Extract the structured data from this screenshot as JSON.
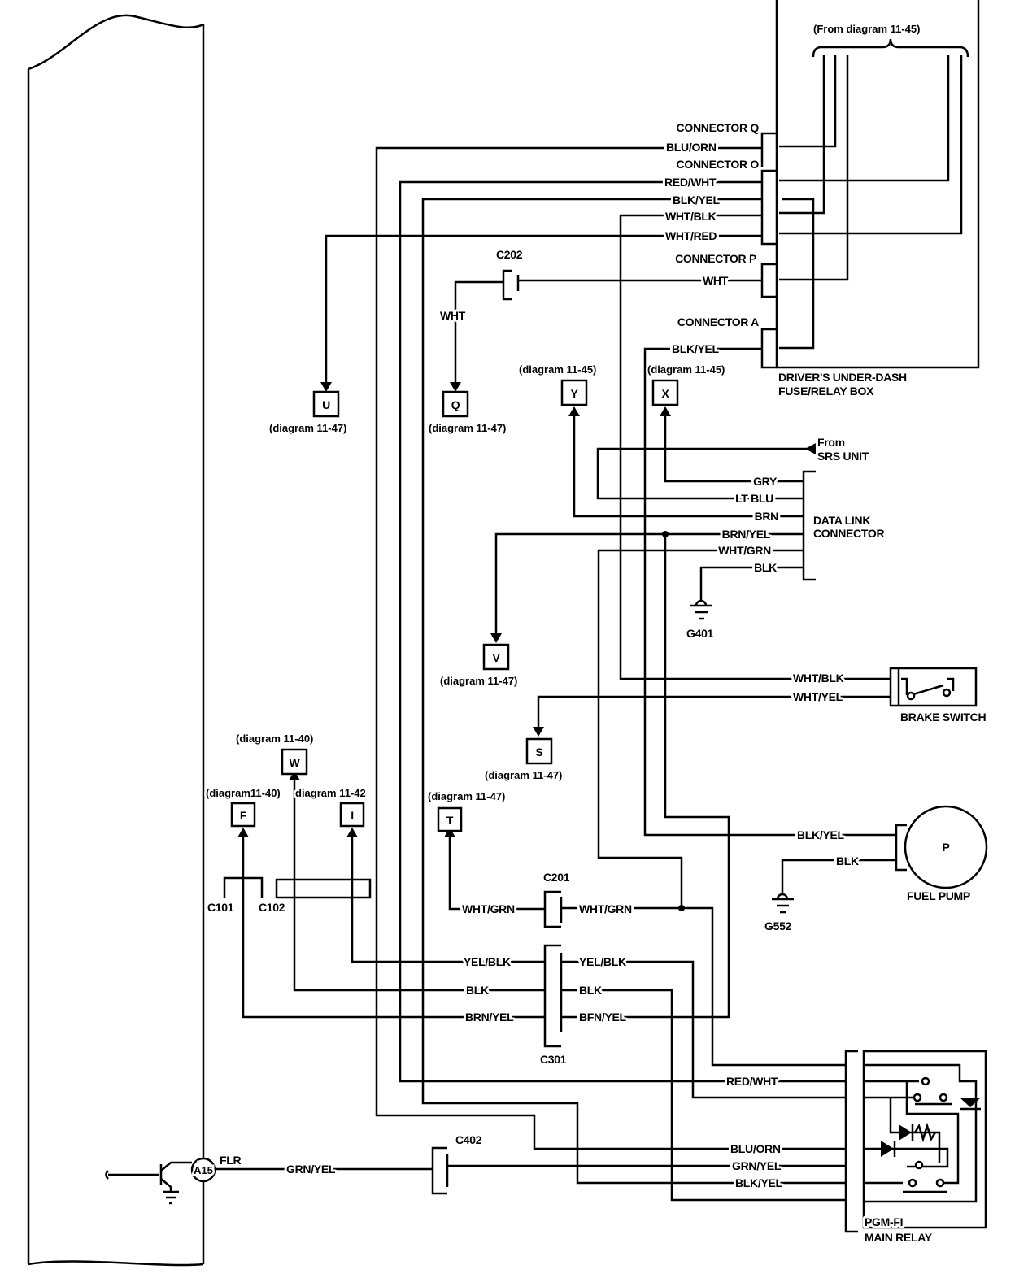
{
  "fuse_box": {
    "from_ref": "(From diagram 11-45)",
    "name_line1": "DRIVER'S UNDER-DASH",
    "name_line2": "FUSE/RELAY BOX",
    "connector_q": "CONNECTOR Q",
    "connector_o": "CONNECTOR O",
    "connector_p": "CONNECTOR P",
    "connector_a": "CONNECTOR A",
    "wires": {
      "blu_orn": "BLU/ORN",
      "red_wht": "RED/WHT",
      "blk_yel": "BLK/YEL",
      "wht_blk": "WHT/BLK",
      "wht_red": "WHT/RED",
      "wht": "WHT",
      "blk_yel_a": "BLK/YEL"
    }
  },
  "c202": {
    "label": "C202",
    "wire": "WHT"
  },
  "refs": {
    "u": {
      "letter": "U",
      "diagram": "(diagram 11-47)"
    },
    "q": {
      "letter": "Q",
      "diagram": "(diagram 11-47)"
    },
    "y": {
      "letter": "Y",
      "diagram": "(diagram 11-45)"
    },
    "x": {
      "letter": "X",
      "diagram": "(diagram 11-45)"
    },
    "v": {
      "letter": "V",
      "diagram": "(diagram 11-47)"
    },
    "s": {
      "letter": "S",
      "diagram": "(diagram 11-47)"
    },
    "w": {
      "letter": "W",
      "diagram": "(diagram 11-40)"
    },
    "f": {
      "letter": "F",
      "diagram": "(diagram11-40)"
    },
    "i": {
      "letter": "I",
      "diagram": "diagram 11-42"
    },
    "t": {
      "letter": "T",
      "diagram": "(diagram 11-47)"
    }
  },
  "srs": {
    "line1": "From",
    "line2": "SRS UNIT"
  },
  "dlc": {
    "line1": "DATA LINK",
    "line2": "CONNECTOR",
    "wires": {
      "gry": "GRY",
      "lt_blu": "LT BLU",
      "brn": "BRN",
      "brn_yel": "BRN/YEL",
      "wht_grn": "WHT/GRN",
      "blk": "BLK"
    },
    "ground": "G401"
  },
  "brake_switch": {
    "name": "BRAKE SWITCH",
    "wht_blk": "WHT/BLK",
    "wht_yel": "WHT/YEL"
  },
  "fuel_pump": {
    "name": "FUEL PUMP",
    "symbol": "P",
    "blk_yel": "BLK/YEL",
    "blk": "BLK",
    "ground": "G552"
  },
  "c201": {
    "label": "C201",
    "left_wire": "WHT/GRN",
    "right_wire": "WHT/GRN"
  },
  "c101": "C101",
  "c102": "C102",
  "c301": {
    "label": "C301",
    "left": {
      "yel_blk": "YEL/BLK",
      "blk": "BLK",
      "brn_yel": "BRN/YEL"
    },
    "right": {
      "yel_blk": "YEL/BLK",
      "blk": "BLK",
      "brn_yel": "BFN/YEL"
    }
  },
  "relay": {
    "line1": "PGM-FI",
    "line2": "MAIN RELAY",
    "wires": {
      "red_wht": "RED/WHT",
      "blu_orn": "BLU/ORN",
      "grn_yel": "GRN/YEL",
      "blk_yel": "BLK/YEL"
    }
  },
  "c402": {
    "label": "C402"
  },
  "ecm": {
    "terminal": "A15",
    "terminal_name": "FLR",
    "wire": "GRN/YEL"
  }
}
